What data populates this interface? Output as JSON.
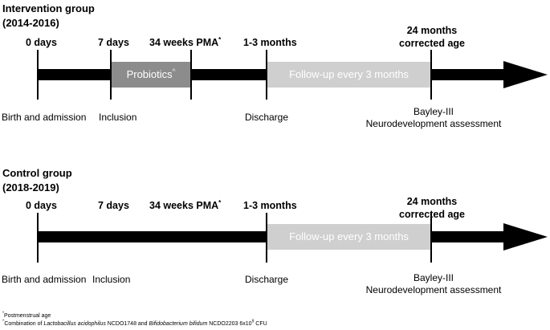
{
  "intervention": {
    "title_line1": "Intervention group",
    "title_line2": "(2014-2016)",
    "milestones": {
      "m0": "0 days",
      "m7": "7 days",
      "pma": "34 weeks PMA",
      "pma_mark": "*",
      "discharge_time": "1-3 months",
      "end_line1": "24 months",
      "end_line2": "corrected age"
    },
    "probiotics_label": "Probiotics",
    "probiotics_mark": "^",
    "followup_label": "Follow-up every 3 months",
    "events": {
      "birth": "Birth and admission",
      "inclusion": "Inclusion",
      "discharge": "Discharge",
      "bayley_line1": "Bayley-III",
      "bayley_line2": "Neurodevelopment assessment"
    }
  },
  "control": {
    "title_line1": "Control group",
    "title_line2": "(2018-2019)",
    "milestones": {
      "m0": "0 days",
      "m7": "7 days",
      "pma": "34 weeks PMA",
      "pma_mark": "*",
      "discharge_time": "1-3 months",
      "end_line1": "24 months",
      "end_line2": "corrected age"
    },
    "followup_label": "Follow-up every 3 months",
    "events": {
      "birth": "Birth and admission",
      "inclusion": "Inclusion",
      "discharge": "Discharge",
      "bayley_line1": "Bayley-III",
      "bayley_line2": "Neurodevelopment assessment"
    }
  },
  "footnotes": {
    "pma_mark": "*",
    "pma_text": "Postmenstrual age",
    "combo_mark": "^",
    "combo_text1": "Combination of ",
    "lacto": "Lactobacillus acidophilus",
    "combo_text2": " NCDO1748 and ",
    "bifido": "Bifidobacterium bifidum",
    "combo_text3": " NCDO2203 6x10",
    "combo_exp": "9",
    "combo_text4": " CFU"
  },
  "colors": {
    "probiotics_box": "#8c8c8c",
    "followup_box": "#cfcfcf",
    "timeline": "#000000"
  }
}
